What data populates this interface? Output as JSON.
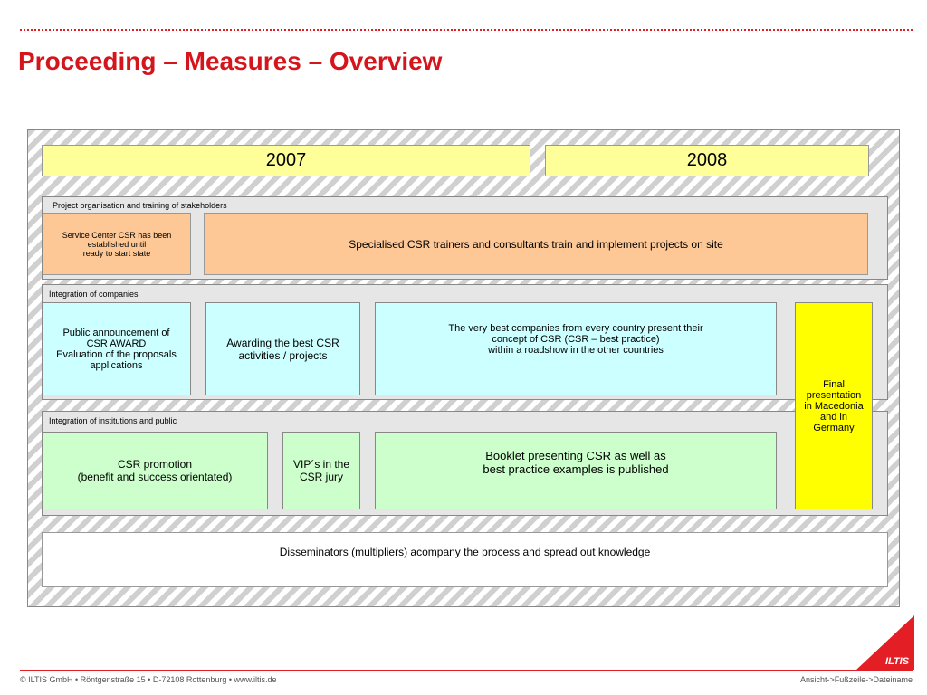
{
  "header": {
    "title": "Proceeding – Measures – Overview"
  },
  "years": {
    "y2007": "2007",
    "y2008": "2008"
  },
  "lanes": {
    "project": {
      "label": "Project organisation and training of stakeholders",
      "service_center": "Service Center CSR has been\nestablished until\nready to start state",
      "trainers": "Specialised CSR trainers and consultants train and implement projects on site"
    },
    "companies": {
      "label": "Integration of companies",
      "announcement": "Public announcement of\nCSR AWARD\nEvaluation of the proposals\napplications",
      "awarding": "Awarding the best CSR\nactivities / projects",
      "roadshow": "The very best companies from every country present their\nconcept of CSR (CSR – best practice)\nwithin a roadshow in the other countries"
    },
    "institutions": {
      "label": "Integration of institutions and public",
      "promotion": "CSR promotion\n(benefit and success orientated)",
      "vip": "VIP´s in the\nCSR jury",
      "booklet": "Booklet presenting CSR as well as\nbest practice examples is published"
    }
  },
  "final": "Final\npresentation\nin Macedonia\nand in\nGermany",
  "disseminators": "Disseminators (multipliers) acompany the process and spread out knowledge",
  "footer": {
    "left": "© ILTIS GmbH • Röntgenstraße 15 • D-72108 Rottenburg • www.iltis.de",
    "right": "Ansicht->Fußzeile->Dateiname",
    "logo_text": "ILTIS"
  },
  "colors": {
    "brand_red": "#e31e24",
    "peach": "#fdc896",
    "cyan": "#ccffff",
    "green": "#ccffcc",
    "yellow": "#ffff00",
    "year_yellow": "#ffff99"
  }
}
